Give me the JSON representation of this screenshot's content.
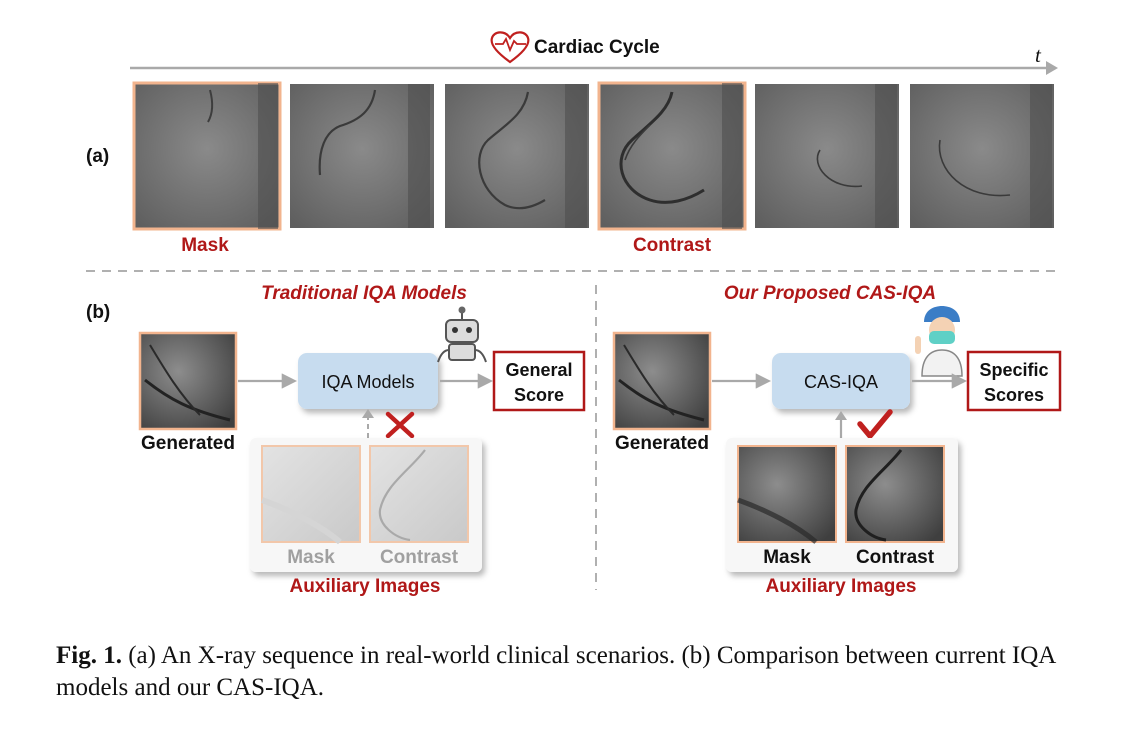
{
  "panel_a": {
    "label": "(a)",
    "cycle_title": "Cardiac Cycle",
    "time_axis": "t",
    "frame_labels": {
      "mask": "Mask",
      "contrast": "Contrast"
    }
  },
  "panel_b": {
    "label": "(b)",
    "traditional": {
      "title": "Traditional IQA Models",
      "input_label": "Generated",
      "model_label": "IQA Models",
      "output_line1": "General",
      "output_line2": "Score",
      "aux_mask": "Mask",
      "aux_contrast": "Contrast",
      "aux_title": "Auxiliary Images"
    },
    "proposed": {
      "title": "Our Proposed CAS-IQA",
      "input_label": "Generated",
      "model_label": "CAS-IQA",
      "output_line1": "Specific",
      "output_line2": "Scores",
      "aux_mask": "Mask",
      "aux_contrast": "Contrast",
      "aux_title": "Auxiliary Images"
    }
  },
  "caption": {
    "fig_label": "Fig. 1.",
    "text": "(a) An X-ray sequence in real-world clinical scenarios. (b) Comparison between current IQA models and our CAS-IQA."
  },
  "colors": {
    "accent_red": "#b01818",
    "frame_border": "#f2b48e",
    "model_box": "#c7dcef",
    "arrow_gray": "#a9a9a9",
    "check_red": "#c0201f"
  },
  "icons": [
    "heart-icon",
    "robot-icon",
    "doctor-icon",
    "cross-icon",
    "check-icon"
  ]
}
